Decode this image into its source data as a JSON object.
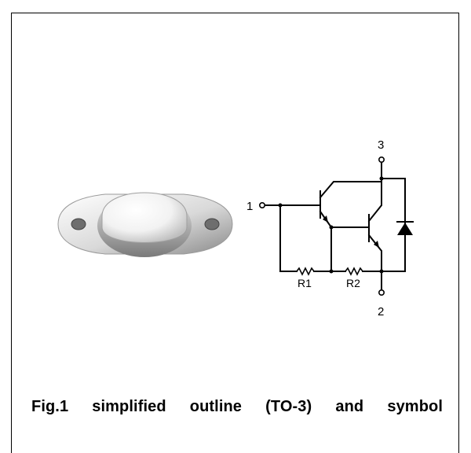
{
  "schematic": {
    "pins": {
      "base": "1",
      "collector": "3",
      "emitter": "2"
    },
    "resistors": {
      "r1": "R1",
      "r2": "R2"
    }
  },
  "caption": "Fig.1  simplified  outline  (TO-3)  and  symbol"
}
